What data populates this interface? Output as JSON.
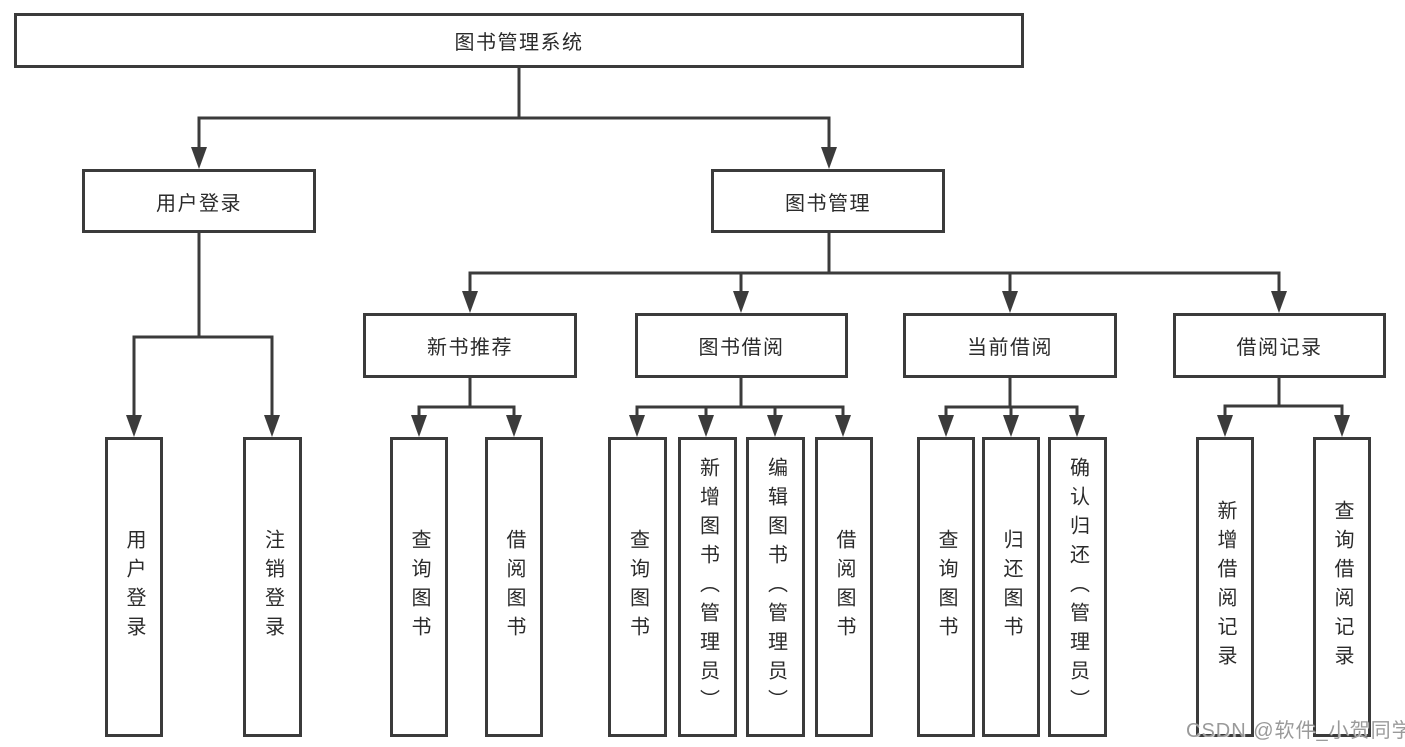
{
  "watermark": "CSDN @软件_小贺同学",
  "colors": {
    "line": "#3b3b3b",
    "box_border": "#3b3b3b",
    "text": "#2b2b2b",
    "background": "#ffffff",
    "watermark": "#9a9a9a"
  },
  "tree": {
    "label": "图书管理系统",
    "children": [
      {
        "label": "用户登录",
        "children": [
          {
            "label": "用户登录"
          },
          {
            "label": "注销登录"
          }
        ]
      },
      {
        "label": "图书管理",
        "children": [
          {
            "label": "新书推荐",
            "children": [
              {
                "label": "查询图书"
              },
              {
                "label": "借阅图书"
              }
            ]
          },
          {
            "label": "图书借阅",
            "children": [
              {
                "label": "查询图书"
              },
              {
                "label": "新增图书（管理员）"
              },
              {
                "label": "编辑图书（管理员）"
              },
              {
                "label": "借阅图书"
              }
            ]
          },
          {
            "label": "当前借阅",
            "children": [
              {
                "label": "查询图书"
              },
              {
                "label": "归还图书"
              },
              {
                "label": "确认归还（管理员）"
              }
            ]
          },
          {
            "label": "借阅记录",
            "children": [
              {
                "label": "新增借阅记录"
              },
              {
                "label": "查询借阅记录"
              }
            ]
          }
        ]
      }
    ]
  }
}
